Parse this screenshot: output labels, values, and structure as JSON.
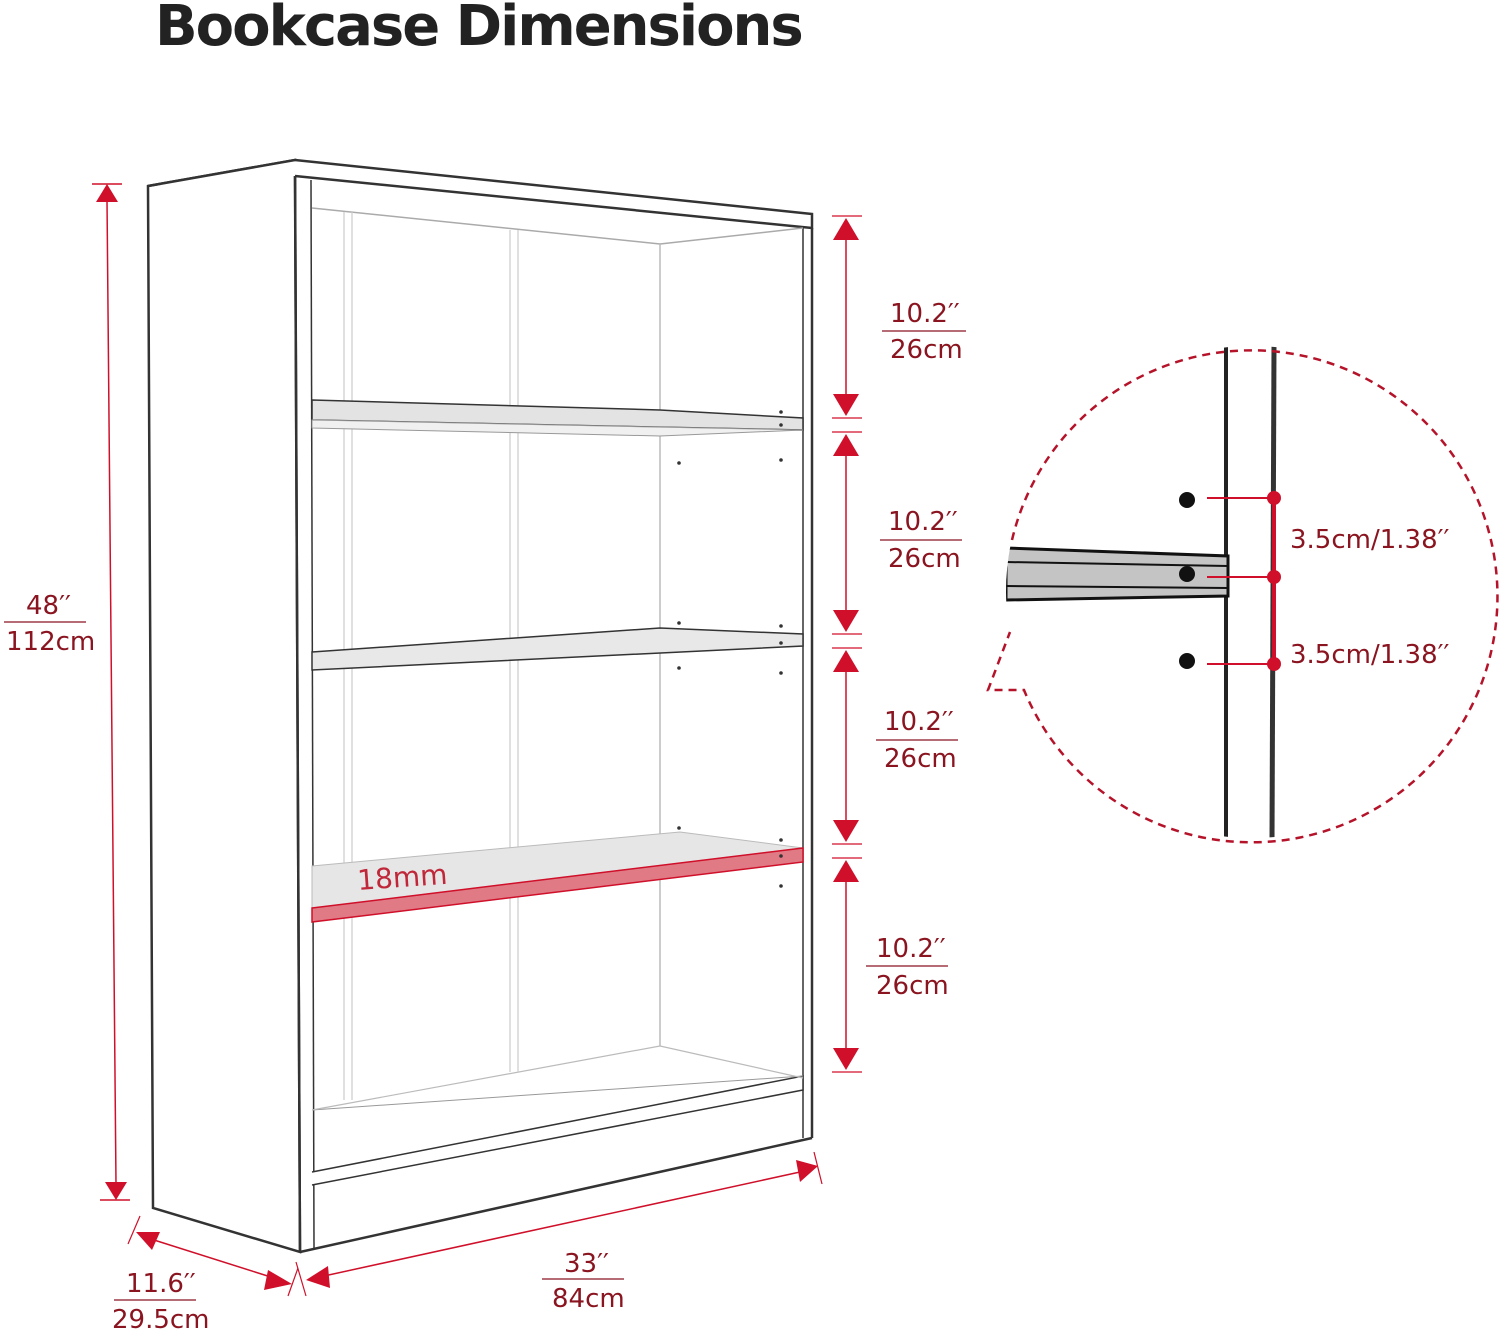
{
  "title": "Bookcase Dimensions",
  "colors": {
    "accent": "#d0102a",
    "label": "#8a1520",
    "outline": "#333333",
    "shelf_thickness_fill": "#e07a85"
  },
  "dimensions": {
    "height": {
      "in": "48′′",
      "cm": "112cm"
    },
    "width": {
      "in": "33′′",
      "cm": "84cm"
    },
    "depth": {
      "in": "11.6′′",
      "cm": "29.5cm"
    },
    "compartments": [
      {
        "in": "10.2′′",
        "cm": "26cm"
      },
      {
        "in": "10.2′′",
        "cm": "26cm"
      },
      {
        "in": "10.2′′",
        "cm": "26cm"
      },
      {
        "in": "10.2′′",
        "cm": "26cm"
      }
    ],
    "shelf_thickness": "18mm"
  },
  "detail": {
    "hole_spacing": [
      {
        "label": "3.5cm/1.38′′"
      },
      {
        "label": "3.5cm/1.38′′"
      }
    ]
  }
}
